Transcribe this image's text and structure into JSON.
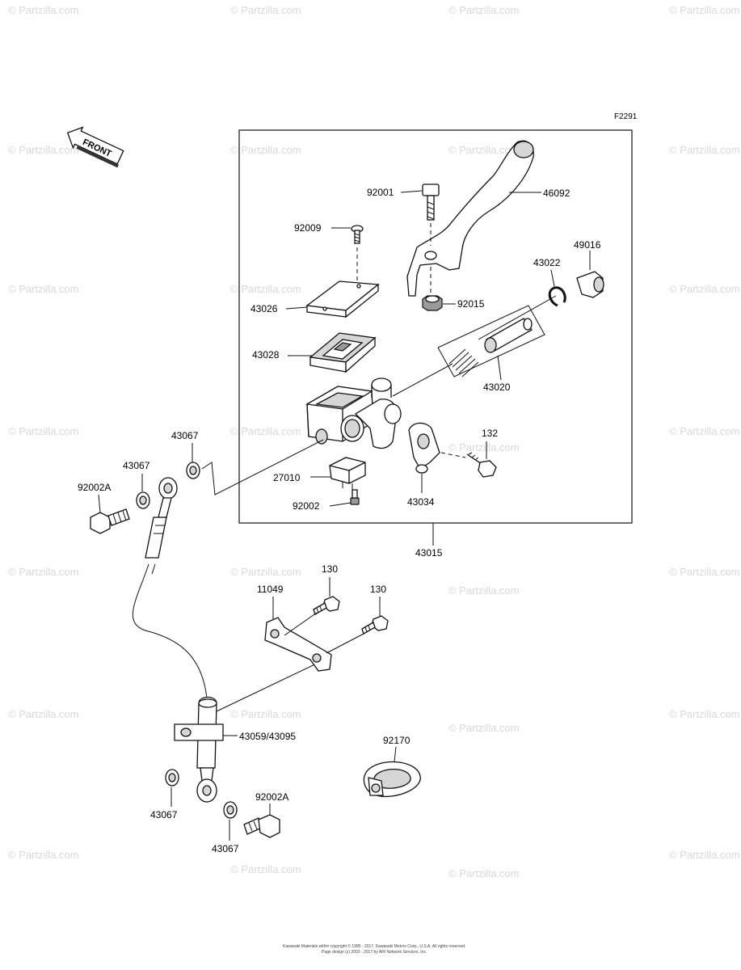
{
  "diagram_code": "F2291",
  "front_label": "FRONT",
  "watermark": "© Partzilla.com",
  "copyright_line1": "Kawasaki Materials within copyright © 1985 - 2017, Kawasaki Motors Corp., U.S.A. All rights reserved.",
  "copyright_line2": "Page design (c) 2002 - 2017 by ARI Network Services, Inc.",
  "labels": {
    "p92001": "92001",
    "p46092": "46092",
    "p92009": "92009",
    "p49016": "49016",
    "p43022": "43022",
    "p43026": "43026",
    "p92015": "92015",
    "p43028": "43028",
    "p43020": "43020",
    "p43067a": "43067",
    "p132": "132",
    "p43067b": "43067",
    "p92002A_a": "92002A",
    "p27010": "27010",
    "p92002": "92002",
    "p43034": "43034",
    "p43015": "43015",
    "p130a": "130",
    "p11049": "11049",
    "p130b": "130",
    "p43059": "43059/43095",
    "p92170": "92170",
    "p92002A_b": "92002A",
    "p43067c": "43067",
    "p43067d": "43067"
  }
}
